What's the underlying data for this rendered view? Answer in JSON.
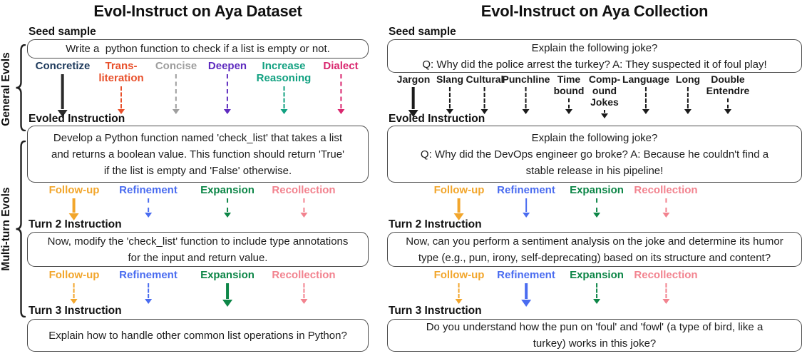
{
  "side_labels": {
    "general": "General Evols",
    "multiturn": "Multi-turn Evols"
  },
  "colors": {
    "box_border": "#4c4c4c",
    "solid_arrow_black": "#2b2b2b",
    "followup_orange": "#f2a62c",
    "refinement_blue": "#4a6cf0",
    "expansion_green": "#0d8647",
    "recollection_pink": "#f2838f"
  },
  "panels": [
    {
      "title": "Evol-Instruct on Aya Dataset",
      "seed_label": "Seed sample",
      "seed_text": "Write a  python function to check if a list is empty or not.",
      "general_evols": [
        {
          "label": "Concretize",
          "color": "#1e3a5c",
          "arrow": "solid-thick",
          "arrow_color": "#2b2b2b"
        },
        {
          "label": "Trans-literation",
          "color": "#e8502b",
          "arrow": "dashed",
          "arrow_color": "#e8502b"
        },
        {
          "label": "Concise",
          "color": "#9e9e9e",
          "arrow": "dashed",
          "arrow_color": "#9e9e9e"
        },
        {
          "label": "Deepen",
          "color": "#5e2bbf",
          "arrow": "dashed",
          "arrow_color": "#5e2bbf"
        },
        {
          "label": "Increase Reasoning",
          "color": "#12a181",
          "arrow": "dashed",
          "arrow_color": "#12a181"
        },
        {
          "label": "Dialect",
          "color": "#d9266e",
          "arrow": "dashed",
          "arrow_color": "#d9266e"
        }
      ],
      "evolved_label": "Evoled Instruction",
      "evolved_text": "Develop a Python function named 'check_list' that takes a list\nand returns a boolean value. This function should return 'True'\nif the list is empty and 'False' otherwise.",
      "mt1": [
        {
          "label": "Follow-up",
          "color": "#f2a62c",
          "arrow": "solid-thick",
          "arrow_color": "#f2a62c"
        },
        {
          "label": "Refinement",
          "color": "#4a6cf0",
          "arrow": "dashed",
          "arrow_color": "#4a6cf0"
        },
        {
          "label": "Expansion",
          "color": "#0d8647",
          "arrow": "dashed",
          "arrow_color": "#0d8647"
        },
        {
          "label": "Recollection",
          "color": "#f2838f",
          "arrow": "dashed",
          "arrow_color": "#f2838f"
        }
      ],
      "turn2_label": "Turn 2 Instruction",
      "turn2_text": "Now, modify the 'check_list' function to include type annotations\nfor the input and return value.",
      "mt2": [
        {
          "label": "Follow-up",
          "color": "#f2a62c",
          "arrow": "dashed",
          "arrow_color": "#f2a62c"
        },
        {
          "label": "Refinement",
          "color": "#4a6cf0",
          "arrow": "dashed",
          "arrow_color": "#4a6cf0"
        },
        {
          "label": "Expansion",
          "color": "#0d8647",
          "arrow": "solid-thick",
          "arrow_color": "#0d8647"
        },
        {
          "label": "Recollection",
          "color": "#f2838f",
          "arrow": "dashed",
          "arrow_color": "#f2838f"
        }
      ],
      "turn3_label": "Turn 3 Instruction",
      "turn3_text": "Explain how to handle other common list operations in Python?"
    },
    {
      "title": "Evol-Instruct on Aya Collection",
      "seed_label": "Seed sample",
      "seed_text": "Explain the following joke?\nQ: Why did the police arrest the turkey? A: They suspected it of foul play!",
      "general_evols": [
        {
          "label": "Jargon",
          "color": "#1a1a1a",
          "arrow": "solid-thick",
          "arrow_color": "#1a1a1a"
        },
        {
          "label": "Slang",
          "color": "#1a1a1a",
          "arrow": "dashed",
          "arrow_color": "#1a1a1a"
        },
        {
          "label": "Cultural",
          "color": "#1a1a1a",
          "arrow": "dashed",
          "arrow_color": "#1a1a1a"
        },
        {
          "label": "Punchline",
          "color": "#1a1a1a",
          "arrow": "dashed",
          "arrow_color": "#1a1a1a"
        },
        {
          "label": "Time bound",
          "color": "#1a1a1a",
          "arrow": "dashed",
          "arrow_color": "#1a1a1a"
        },
        {
          "label": "Comp-ound Jokes",
          "color": "#1a1a1a",
          "arrow": "dashed",
          "arrow_color": "#1a1a1a"
        },
        {
          "label": "Language",
          "color": "#1a1a1a",
          "arrow": "dashed",
          "arrow_color": "#1a1a1a"
        },
        {
          "label": "Long",
          "color": "#1a1a1a",
          "arrow": "dashed",
          "arrow_color": "#1a1a1a"
        },
        {
          "label": "Double Entendre",
          "color": "#1a1a1a",
          "arrow": "dashed",
          "arrow_color": "#1a1a1a"
        }
      ],
      "evolved_label": "Evoled Instruction",
      "evolved_text": "Explain the following joke?\nQ: Why did the DevOps engineer go broke? A: Because he couldn't find a\nstable release in his pipeline!",
      "mt1": [
        {
          "label": "Follow-up",
          "color": "#f2a62c",
          "arrow": "solid-thick",
          "arrow_color": "#f2a62c"
        },
        {
          "label": "Refinement",
          "color": "#4a6cf0",
          "arrow": "solid-thin",
          "arrow_color": "#4a6cf0"
        },
        {
          "label": "Expansion",
          "color": "#0d8647",
          "arrow": "dashed",
          "arrow_color": "#0d8647"
        },
        {
          "label": "Recollection",
          "color": "#f2838f",
          "arrow": "dashed",
          "arrow_color": "#f2838f"
        }
      ],
      "turn2_label": "Turn 2 Instruction",
      "turn2_text": "Now, can you perform a sentiment analysis on the joke and determine its humor\ntype (e.g., pun, irony, self-deprecating) based on its structure and content?",
      "mt2": [
        {
          "label": "Follow-up",
          "color": "#f2a62c",
          "arrow": "dashed",
          "arrow_color": "#f2a62c"
        },
        {
          "label": "Refinement",
          "color": "#4a6cf0",
          "arrow": "solid-thick",
          "arrow_color": "#4a6cf0"
        },
        {
          "label": "Expansion",
          "color": "#0d8647",
          "arrow": "dashed",
          "arrow_color": "#0d8647"
        },
        {
          "label": "Recollection",
          "color": "#f2838f",
          "arrow": "dashed",
          "arrow_color": "#f2838f"
        }
      ],
      "turn3_label": "Turn 3 Instruction",
      "turn3_text": "Do you understand how the pun on 'foul' and 'fowl' (a type of bird, like a\nturkey) works in this joke?"
    }
  ]
}
